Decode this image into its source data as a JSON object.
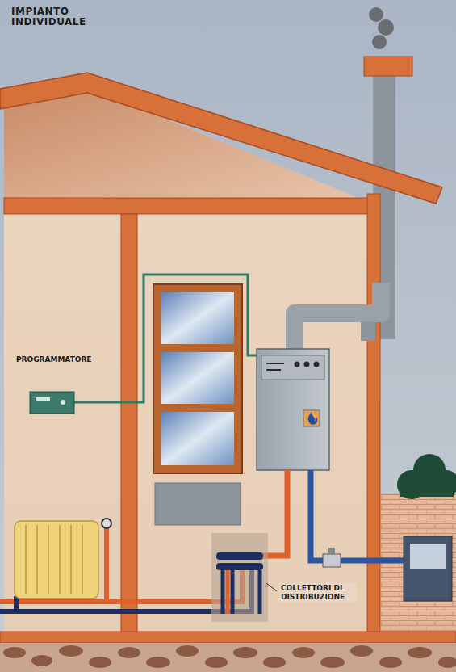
{
  "diagram": {
    "title": "IMPIANTO INDIVIDUALE",
    "labels": [
      "PROGRAMMATORE",
      "COLLETTORI DI DISTRIBUZIONE"
    ]
  }
}
